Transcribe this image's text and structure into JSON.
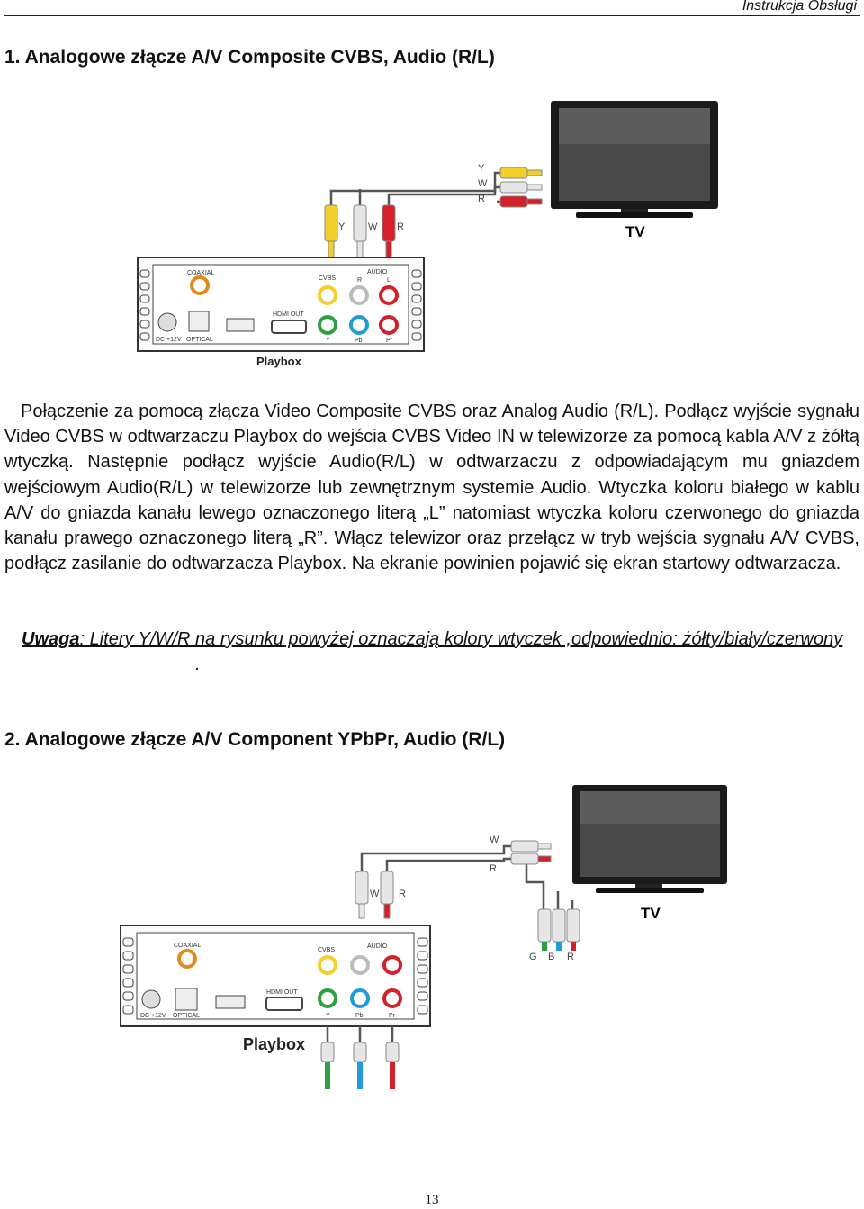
{
  "header": {
    "running_title": "Instrukcja Obsługi"
  },
  "section1": {
    "heading": "1. Analogowe złącze A/V Composite CVBS, Audio (R/L)",
    "paragraph": "Połączenie za pomocą złącza Video Composite CVBS oraz Analog Audio (R/L). Podłącz wyjście sygnału Video CVBS w odtwarzaczu Playbox do wejścia CVBS Video IN w telewizorze za pomocą kabla A/V z żółtą wtyczką. Następnie podłącz wyjście Audio(R/L) w odtwarzaczu z odpowiadającym mu gniazdem wejściowym Audio(R/L) w telewizorze lub zewnętrznym systemie Audio. Wtyczka koloru białego w kablu A/V do gniazda kanału lewego oznaczonego literą „L” natomiast wtyczka koloru czerwonego do gniazda kanału prawego oznaczonego literą „R”. Włącz telewizor oraz przełącz w tryb wejścia sygnału A/V CVBS, podłącz zasilanie do odtwarzacza Playbox. Na ekranie powinien pojawić się ekran startowy odtwarzacza.",
    "note_label": "Uwaga",
    "note_text": ": Litery Y/W/R na rysunku powyżej oznaczają kolory wtyczek ,odpowiednio: żółty/biały/czerwony",
    "note_end": ".",
    "figure": {
      "tv_label": "TV",
      "device_label": "Playbox",
      "plug_letters_top": [
        "Y",
        "W",
        "R"
      ],
      "plug_letters_side": [
        "Y",
        "W",
        "R"
      ],
      "port_labels": {
        "coaxial": "COAXIAL",
        "cvbs": "CVBS",
        "audio": "AUDIO",
        "r": "R",
        "l": "L",
        "dc": "DC +12V",
        "optical": "OPTICAL",
        "hdmi": "HDMI OUT",
        "y": "Y",
        "pb": "Pb",
        "pr": "Pr"
      }
    }
  },
  "section2": {
    "heading": "2. Analogowe złącze A/V Component YPbPr, Audio (R/L)",
    "figure": {
      "tv_label": "TV",
      "device_label": "Playbox",
      "audio_letters_top": [
        "W",
        "R"
      ],
      "audio_letters_side": [
        "W",
        "R"
      ],
      "component_letters": [
        "G",
        "B",
        "R"
      ],
      "port_labels": {
        "coaxial": "COAXIAL",
        "cvbs": "CVBS",
        "audio": "AUDIO",
        "dc": "DC +12V",
        "optical": "OPTICAL",
        "hdmi": "HDMI OUT",
        "y": "Y",
        "pb": "Pb",
        "pr": "Pr"
      }
    }
  },
  "footer": {
    "page_number": "13"
  },
  "colors": {
    "yellow": "#f2cf2a",
    "white": "#e6e6e6",
    "red": "#d3202a",
    "green": "#2ea043",
    "blue": "#1f9bd6",
    "orange": "#e38a1c"
  }
}
